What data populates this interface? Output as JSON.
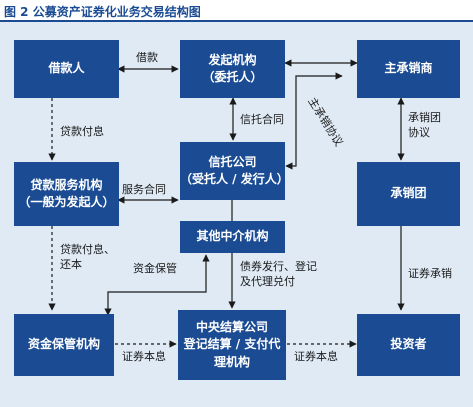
{
  "title": "图 2  公募资产证券化业务交易结构图",
  "boxes": {
    "borrower": "借款人",
    "originator": [
      "发起机构",
      "（委托人）"
    ],
    "lead_underwriter": "主承销商",
    "loan_servicer": [
      "贷款服务机构",
      "（一般为发起人）"
    ],
    "trust": [
      "信托公司",
      "（受托人 / 发行人）"
    ],
    "syndicate": "承销团",
    "other_intermediary": "其他中介机构",
    "custodian": "资金保管机构",
    "ccdc": [
      "中央结算公司",
      "登记结算 / 支付代",
      "理机构"
    ],
    "investor": "投资者"
  },
  "labels": {
    "loan": "借款",
    "trust_contract": "信托合同",
    "lead_agreement": "主承销协议",
    "syndicate_agreement": [
      "承销团",
      "协议"
    ],
    "loan_repayment": "贷款付息",
    "service_contract": "服务合同",
    "repay_principal": [
      "贷款付息、",
      "还本"
    ],
    "fund_custody": "资金保管",
    "issuance": [
      "债券发行、登记",
      "及代理兑付"
    ],
    "securities_underwriting": "证券承销",
    "principal_interest_1": "证券本息",
    "principal_interest_2": "证券本息"
  }
}
